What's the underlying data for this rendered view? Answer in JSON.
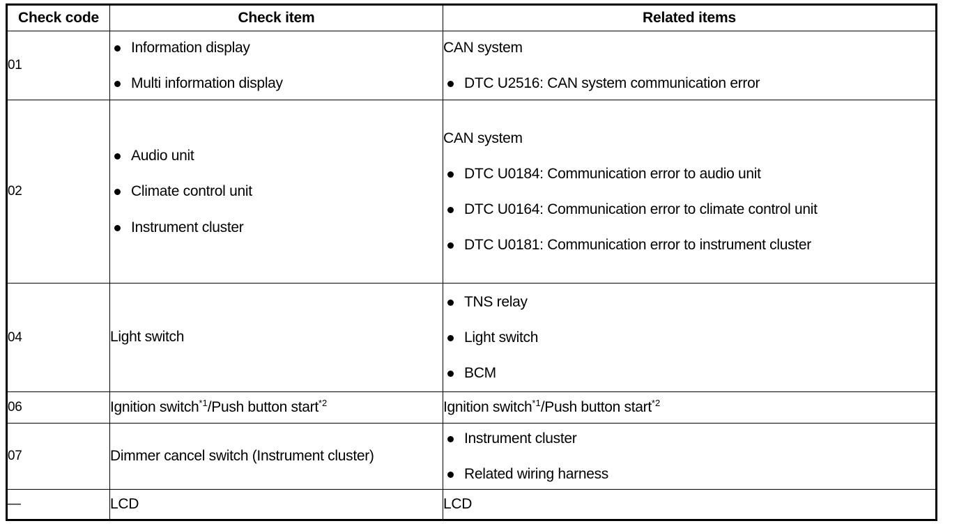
{
  "table": {
    "title": "Check code / Check item / Related items",
    "columns": [
      {
        "key": "check_code",
        "label": "Check code"
      },
      {
        "key": "check_item",
        "label": "Check item"
      },
      {
        "key": "related_items",
        "label": "Related items"
      }
    ],
    "rows": [
      {
        "code": "01",
        "item_bullets": [
          "Information display",
          "Multi information display"
        ],
        "related_lead": "CAN system",
        "related_bullets": [
          "DTC U2516: CAN system communication error"
        ]
      },
      {
        "code": "02",
        "item_bullets": [
          "Audio unit",
          "Climate control unit",
          "Instrument cluster"
        ],
        "related_lead": "CAN system",
        "related_bullets": [
          "DTC U0184: Communication error to audio unit",
          "DTC U0164: Communication error to climate control unit",
          "DTC U0181: Communication error to instrument cluster"
        ]
      },
      {
        "code": "04",
        "item_text": "Light switch",
        "related_bullets": [
          "TNS relay",
          "Light switch",
          "BCM"
        ]
      },
      {
        "code": "06",
        "item_text_parts": {
          "a": "Ignition switch",
          "sup1": "*1",
          "b": "/Push button start",
          "sup2": "*2"
        },
        "related_text_parts": {
          "a": "Ignition switch",
          "sup1": "*1",
          "b": "/Push button start",
          "sup2": "*2"
        }
      },
      {
        "code": "07",
        "item_text": "Dimmer cancel switch (Instrument cluster)",
        "related_bullets": [
          "Instrument cluster",
          "Related wiring harness"
        ]
      },
      {
        "code": "—",
        "item_text": "LCD",
        "related_text": "LCD"
      }
    ]
  },
  "colors": {
    "ink": "#000000",
    "paper": "#ffffff"
  }
}
